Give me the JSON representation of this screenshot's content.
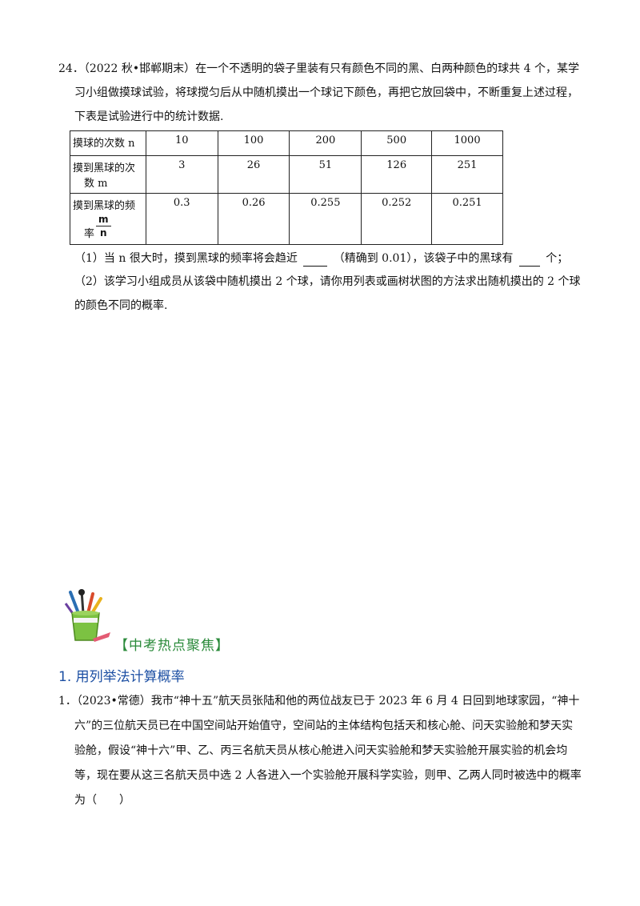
{
  "q24": {
    "line1": "24．（2022 秋•邯郸期末）在一个不透明的袋子里装有只有颜色不同的黑、白两种颜色的球共 4 个，某学",
    "line2": "习小组做摸球试验，将球搅匀后从中随机摸出一个球记下颜色，再把它放回袋中，不断重复上述过程，",
    "line3": "下表是试验进行中的统计数据."
  },
  "table": {
    "row1_head": "摸球的次数 n",
    "row1": [
      "10",
      "100",
      "200",
      "500",
      "1000"
    ],
    "row2_head_a": "摸到黑球的次",
    "row2_head_b": "数 m",
    "row2": [
      "3",
      "26",
      "51",
      "126",
      "251"
    ],
    "row3_head_a": "摸到黑球的频",
    "row3_frac_num": "m",
    "row3_head_b": "率",
    "row3_frac_den": "n",
    "row3": [
      "0.3",
      "0.26",
      "0.255",
      "0.252",
      "0.251"
    ]
  },
  "sub1": {
    "part_a": "（1）当 n 很大时，摸到黑球的频率将会趋近",
    "part_b": "（精确到 0.01），该袋子中的黑球有",
    "part_c": "个；"
  },
  "sub2": {
    "line1": "（2）该学习小组成员从该袋中随机摸出 2 个球，请你用列表或画树状图的方法求出随机摸出的 2 个球",
    "line2": "的颜色不同的概率."
  },
  "banner": "【中考热点聚焦】",
  "section_title": "1. 用列举法计算概率",
  "q1": {
    "line1": "1．（2023•常德）我市“神十五”航天员张陆和他的两位战友已于 2023 年 6 月 4 日回到地球家园，“神十",
    "line2": "六”的三位航天员已在中国空间站开始值守，空间站的主体结构包括天和核心舱、问天实验舱和梦天实",
    "line3": "验舱，假设“神十六”甲、乙、丙三名航天员从核心舱进入问天实验舱和梦天实验舱开展实验的机会均",
    "line4": "等，现在要从这三名航天员中选 2 人各进入一个实验舱开展科学实验，则甲、乙两人同时被选中的概率",
    "line5": "为（　　）"
  },
  "colors": {
    "banner": "#2a8a3a",
    "section": "#1c4fa3"
  }
}
